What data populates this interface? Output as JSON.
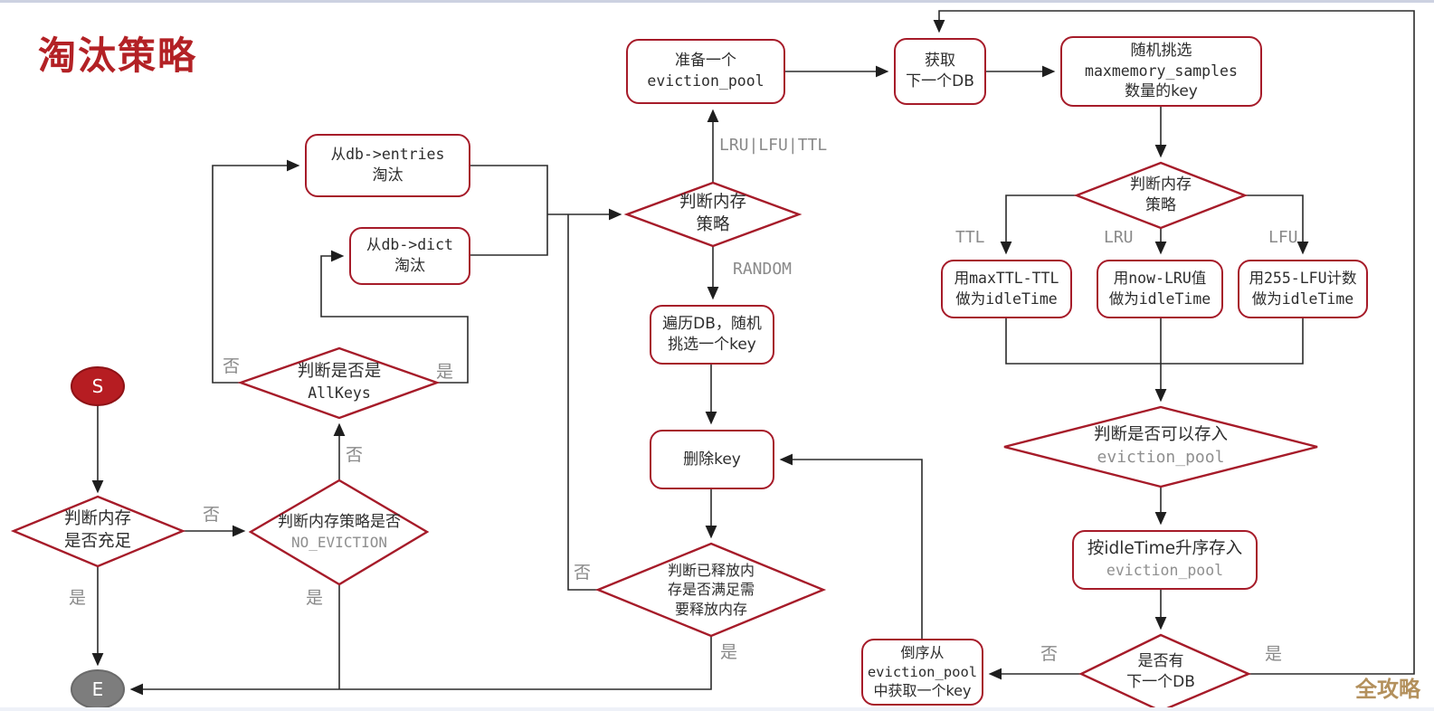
{
  "title": "淘汰策略",
  "watermark": "全攻略",
  "colors": {
    "node_border": "#a61b29",
    "title_red": "#b32125",
    "start_fill": "#b61d22",
    "end_fill": "#7d7d7d",
    "edge_line": "#2b2b2b",
    "label_gray": "#8a8a8a",
    "text_dark": "#2d2d2d",
    "watermark_gold": "#b3905c",
    "top_strip": "#ccd1e1"
  },
  "nodes": {
    "start": {
      "label": "S"
    },
    "end": {
      "label": "E"
    },
    "mem_enough": {
      "line1": "判断内存",
      "line2": "是否充足"
    },
    "no_eviction": {
      "line1": "判断内存策略是否",
      "line2": "NO_EVICTION"
    },
    "is_allkeys": {
      "line1": "判断是否是",
      "line2": "AllKeys"
    },
    "evict_entries": {
      "line1": "从db->entries",
      "line2": "淘汰"
    },
    "evict_dict": {
      "line1": "从db->dict",
      "line2": "淘汰"
    },
    "mem_policy": {
      "line1": "判断内存",
      "line2": "策略"
    },
    "prepare_pool": {
      "line1": "准备一个",
      "line2": "eviction_pool"
    },
    "next_db": {
      "line1": "获取",
      "line2": "下一个DB"
    },
    "sample_keys": {
      "line1": "随机挑选",
      "line2": "maxmemory_samples",
      "line3": "数量的key"
    },
    "mem_policy2": {
      "line1": "判断内存",
      "line2": "策略"
    },
    "ttl_idle": {
      "line1": "用maxTTL-TTL",
      "line2": "做为idleTime"
    },
    "lru_idle": {
      "line1": "用now-LRU值",
      "line2": "做为idleTime"
    },
    "lfu_idle": {
      "line1": "用255-LFU计数",
      "line2": "做为idleTime"
    },
    "can_store": {
      "line1": "判断是否可以存入",
      "line2": "eviction_pool"
    },
    "store_pool": {
      "line1": "按idleTime升序存入",
      "line2": "eviction_pool"
    },
    "has_next_db": {
      "line1": "是否有",
      "line2": "下一个DB"
    },
    "pop_pool": {
      "line1": "倒序从",
      "line2": "eviction_pool",
      "line3": "中获取一个key"
    },
    "random_pick": {
      "line1": "遍历DB，随机",
      "line2": "挑选一个key"
    },
    "delete_key": {
      "label": "删除key"
    },
    "freed_enough": {
      "line1": "判断已释放内",
      "line2": "存是否满足需",
      "line3": "要释放内存"
    }
  },
  "edge_labels": {
    "yes": "是",
    "no": "否",
    "lru_lfu_ttl": "LRU|LFU|TTL",
    "random": "RANDOM",
    "ttl": "TTL",
    "lru": "LRU",
    "lfu": "LFU"
  }
}
